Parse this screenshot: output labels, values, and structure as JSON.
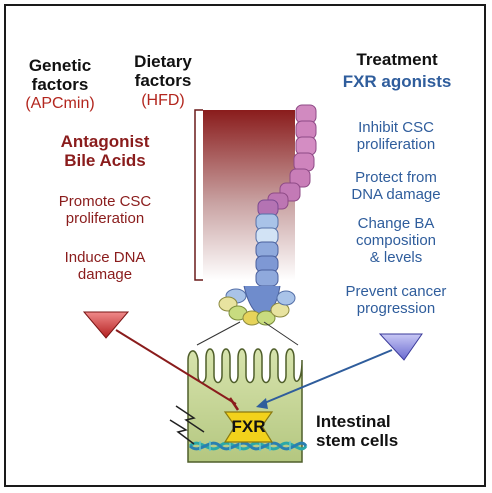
{
  "left": {
    "genetic_line1": "Genetic",
    "genetic_line2": "factors",
    "genetic_note": "(APCmin)",
    "dietary_line1": "Dietary",
    "dietary_line2": "factors",
    "dietary_note": "(HFD)",
    "antagonist_line1": "Antagonist",
    "antagonist_line2": "Bile Acids",
    "effect1_line1": "Promote CSC",
    "effect1_line2": "proliferation",
    "effect2_line1": "Induce DNA",
    "effect2_line2": "damage"
  },
  "right": {
    "treatment": "Treatment",
    "agonists": "FXR agonists",
    "item1_line1": "Inhibit CSC",
    "item1_line2": "proliferation",
    "item2_line1": "Protect from",
    "item2_line2": "DNA damage",
    "item3_line1": "Change BA",
    "item3_line2": "composition",
    "item3_line3": "& levels",
    "item4_line1": "Prevent cancer",
    "item4_line2": "progression"
  },
  "cell": {
    "receptor_label": "FXR",
    "caption_line1": "Intestinal",
    "caption_line2": "stem cells"
  },
  "colors": {
    "antagonist": "#8a1c1c",
    "agonist": "#2f5d9c",
    "cell_fill": "#c7d69a",
    "receptor": "#f2d21b"
  }
}
